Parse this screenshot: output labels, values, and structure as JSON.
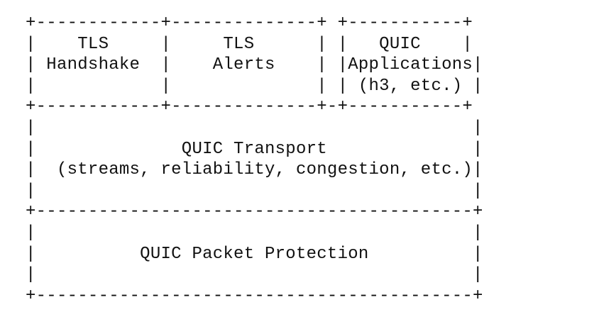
{
  "diagram": {
    "lines": [
      "+------------+--------------+ +-----------+",
      "|    TLS     |     TLS      | |   QUIC    |",
      "| Handshake  |    Alerts    | |Applications|",
      "|            |              | | (h3, etc.) |",
      "+------------+--------------+-+-----------+",
      "|                                          |",
      "|              QUIC Transport              |",
      "|  (streams, reliability, congestion, etc.)|",
      "|                                          |",
      "+------------------------------------------+",
      "|                                          |",
      "|          QUIC Packet Protection          |",
      "|                                          |",
      "+------------------------------------------+"
    ]
  }
}
